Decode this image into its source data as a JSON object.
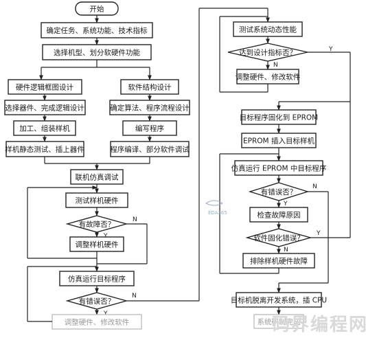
{
  "flow": {
    "start": "开始",
    "define_task": "确定任务、系统功能、技术指标",
    "select_model": "选择机型、划分软硬件功能",
    "hw_logic_design": "硬件逻辑框图设计",
    "sw_structure_design": "软件结构设计",
    "select_parts": "选择器件、完成逻辑设计",
    "algo_design": "确定算法、程序流程设计",
    "assemble": "加工、组装样机",
    "write_program": "编写程序",
    "static_test": "样机静态测试、插上器件",
    "compile_debug": "程序编译、部分软件调试",
    "joint_sim": "联机仿真调试",
    "test_hw": "测试样机硬件",
    "fault_q": "有故障否？",
    "adjust_hw": "调整样机硬件",
    "run_target": "仿真运行目标程序",
    "error_q1": "有错误否？",
    "adjust_both": "调整硬件、修改软件",
    "test_dynamic": "测试系统动态性能",
    "reach_q": "达到设计指标否？",
    "adjust_both2": "调整硬件、修改软件",
    "burn_eprom": "目标程序固化到 EPROM",
    "insert_eprom": "EPROM 插入目标样机",
    "run_eprom": "仿真运行 EPROM 中目标程序",
    "error_q2": "有错误否？",
    "check_cause": "检查故障原因",
    "burn_error_q": "软件固化错误？",
    "fix_hw_fault": "排除样机硬件故障",
    "detach": "目标机脱离开发系统，插 CPU",
    "partial_bottom": "系统研制完成",
    "yes": "Y",
    "no": "N"
  },
  "watermark": {
    "logo_text": "EDA365",
    "site_text": "码界编程网"
  }
}
